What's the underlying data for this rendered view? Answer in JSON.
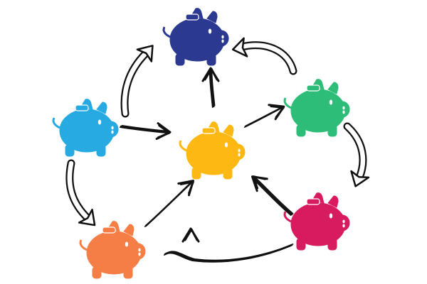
{
  "nodes": [
    {
      "id": "navy",
      "color": "#2b3990"
    },
    {
      "id": "green",
      "color": "#2ebc79"
    },
    {
      "id": "magenta",
      "color": "#d81b5f"
    },
    {
      "id": "orange",
      "color": "#f47e46"
    },
    {
      "id": "blue",
      "color": "#27a9e1"
    },
    {
      "id": "yellow",
      "color": "#fdb813"
    }
  ],
  "edges": [
    {
      "from": "yellow",
      "to": "navy",
      "style": "sketch"
    },
    {
      "from": "yellow",
      "to": "green",
      "style": "sketch"
    },
    {
      "from": "blue",
      "to": "yellow",
      "style": "sketch"
    },
    {
      "from": "orange",
      "to": "yellow",
      "style": "sketch"
    },
    {
      "from": "magenta",
      "to": "yellow",
      "style": "sketch"
    },
    {
      "from": "blue",
      "to": "navy",
      "style": "outline"
    },
    {
      "from": "green",
      "to": "navy",
      "style": "outline"
    },
    {
      "from": "green",
      "to": "magenta",
      "style": "outline"
    },
    {
      "from": "blue",
      "to": "orange",
      "style": "outline"
    },
    {
      "from": "magenta",
      "to": "orange",
      "style": "sketch"
    }
  ],
  "stroke_color": "#111111"
}
